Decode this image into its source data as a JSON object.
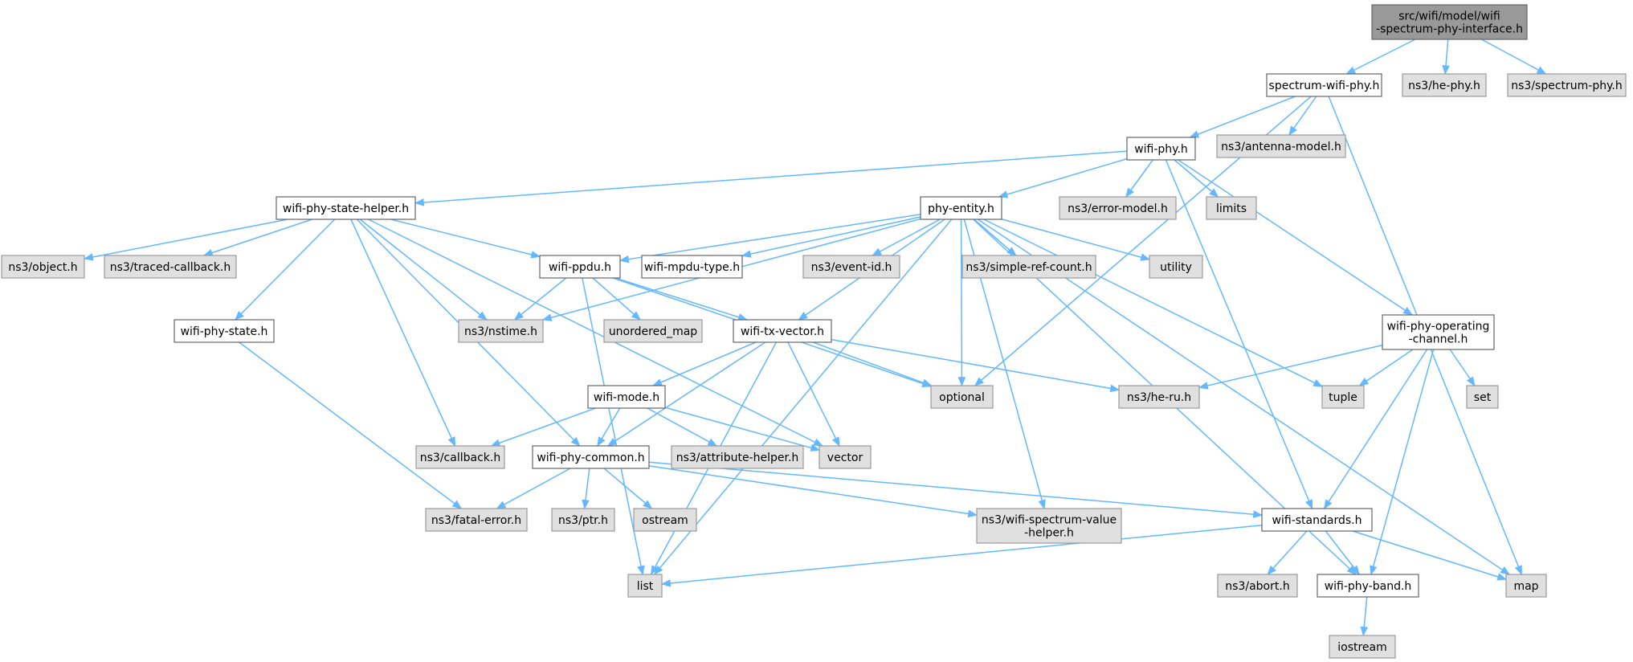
{
  "colors": {
    "edge": "#63b8ff",
    "header_fill": "#ffffff",
    "external_fill": "#e0e0e0",
    "root_fill": "#999999"
  },
  "nodes": [
    {
      "id": "root",
      "kind": "root",
      "lines": [
        "src/wifi/model/wifi",
        "-spectrum-phy-interface.h"
      ]
    },
    {
      "id": "spectrum_wifi_phy",
      "kind": "header",
      "lines": [
        "spectrum-wifi-phy.h"
      ]
    },
    {
      "id": "he_phy",
      "kind": "external",
      "lines": [
        "ns3/he-phy.h"
      ]
    },
    {
      "id": "spectrum_phy",
      "kind": "external",
      "lines": [
        "ns3/spectrum-phy.h"
      ]
    },
    {
      "id": "wifi_phy",
      "kind": "header",
      "lines": [
        "wifi-phy.h"
      ]
    },
    {
      "id": "antenna_model",
      "kind": "external",
      "lines": [
        "ns3/antenna-model.h"
      ]
    },
    {
      "id": "wifi_phy_state_helper",
      "kind": "header",
      "lines": [
        "wifi-phy-state-helper.h"
      ]
    },
    {
      "id": "phy_entity",
      "kind": "header",
      "lines": [
        "phy-entity.h"
      ]
    },
    {
      "id": "error_model",
      "kind": "external",
      "lines": [
        "ns3/error-model.h"
      ]
    },
    {
      "id": "limits",
      "kind": "external",
      "lines": [
        "limits"
      ]
    },
    {
      "id": "object",
      "kind": "external",
      "lines": [
        "ns3/object.h"
      ]
    },
    {
      "id": "traced_callback",
      "kind": "external",
      "lines": [
        "ns3/traced-callback.h"
      ]
    },
    {
      "id": "wifi_ppdu",
      "kind": "header",
      "lines": [
        "wifi-ppdu.h"
      ]
    },
    {
      "id": "wifi_mpdu_type",
      "kind": "header",
      "lines": [
        "wifi-mpdu-type.h"
      ]
    },
    {
      "id": "event_id",
      "kind": "external",
      "lines": [
        "ns3/event-id.h"
      ]
    },
    {
      "id": "simple_ref_count",
      "kind": "external",
      "lines": [
        "ns3/simple-ref-count.h"
      ]
    },
    {
      "id": "utility",
      "kind": "external",
      "lines": [
        "utility"
      ]
    },
    {
      "id": "wifi_phy_state",
      "kind": "header",
      "lines": [
        "wifi-phy-state.h"
      ]
    },
    {
      "id": "nstime",
      "kind": "external",
      "lines": [
        "ns3/nstime.h"
      ]
    },
    {
      "id": "unordered_map",
      "kind": "external",
      "lines": [
        "unordered_map"
      ]
    },
    {
      "id": "wifi_tx_vector",
      "kind": "header",
      "lines": [
        "wifi-tx-vector.h"
      ]
    },
    {
      "id": "wifi_phy_operating_channel",
      "kind": "header",
      "lines": [
        "wifi-phy-operating",
        "-channel.h"
      ]
    },
    {
      "id": "optional",
      "kind": "external",
      "lines": [
        "optional"
      ]
    },
    {
      "id": "he_ru",
      "kind": "external",
      "lines": [
        "ns3/he-ru.h"
      ]
    },
    {
      "id": "tuple",
      "kind": "external",
      "lines": [
        "tuple"
      ]
    },
    {
      "id": "set",
      "kind": "external",
      "lines": [
        "set"
      ]
    },
    {
      "id": "wifi_mode",
      "kind": "header",
      "lines": [
        "wifi-mode.h"
      ]
    },
    {
      "id": "callback",
      "kind": "external",
      "lines": [
        "ns3/callback.h"
      ]
    },
    {
      "id": "wifi_phy_common",
      "kind": "header",
      "lines": [
        "wifi-phy-common.h"
      ]
    },
    {
      "id": "attribute_helper",
      "kind": "external",
      "lines": [
        "ns3/attribute-helper.h"
      ]
    },
    {
      "id": "vector",
      "kind": "external",
      "lines": [
        "vector"
      ]
    },
    {
      "id": "fatal_error",
      "kind": "external",
      "lines": [
        "ns3/fatal-error.h"
      ]
    },
    {
      "id": "ptr",
      "kind": "external",
      "lines": [
        "ns3/ptr.h"
      ]
    },
    {
      "id": "ostream",
      "kind": "external",
      "lines": [
        "ostream"
      ]
    },
    {
      "id": "wifi_spectrum_value_helper",
      "kind": "external",
      "lines": [
        "ns3/wifi-spectrum-value",
        "-helper.h"
      ]
    },
    {
      "id": "wifi_standards",
      "kind": "header",
      "lines": [
        "wifi-standards.h"
      ]
    },
    {
      "id": "list",
      "kind": "external",
      "lines": [
        "list"
      ]
    },
    {
      "id": "abort",
      "kind": "external",
      "lines": [
        "ns3/abort.h"
      ]
    },
    {
      "id": "wifi_phy_band",
      "kind": "header",
      "lines": [
        "wifi-phy-band.h"
      ]
    },
    {
      "id": "map",
      "kind": "external",
      "lines": [
        "map"
      ]
    },
    {
      "id": "iostream",
      "kind": "external",
      "lines": [
        "iostream"
      ]
    }
  ],
  "edges": [
    {
      "from": "root",
      "to": "spectrum_wifi_phy"
    },
    {
      "from": "root",
      "to": "he_phy"
    },
    {
      "from": "root",
      "to": "spectrum_phy"
    },
    {
      "from": "spectrum_wifi_phy",
      "to": "wifi_phy"
    },
    {
      "from": "spectrum_wifi_phy",
      "to": "antenna_model"
    },
    {
      "from": "spectrum_wifi_phy",
      "to": "optional"
    },
    {
      "from": "spectrum_wifi_phy",
      "to": "map"
    },
    {
      "from": "wifi_phy",
      "to": "wifi_phy_state_helper"
    },
    {
      "from": "wifi_phy",
      "to": "phy_entity"
    },
    {
      "from": "wifi_phy",
      "to": "error_model"
    },
    {
      "from": "wifi_phy",
      "to": "limits"
    },
    {
      "from": "wifi_phy",
      "to": "wifi_standards"
    },
    {
      "from": "wifi_phy",
      "to": "wifi_phy_operating_channel"
    },
    {
      "from": "wifi_phy_state_helper",
      "to": "object"
    },
    {
      "from": "wifi_phy_state_helper",
      "to": "traced_callback"
    },
    {
      "from": "wifi_phy_state_helper",
      "to": "wifi_ppdu"
    },
    {
      "from": "wifi_phy_state_helper",
      "to": "wifi_phy_state"
    },
    {
      "from": "wifi_phy_state_helper",
      "to": "nstime"
    },
    {
      "from": "wifi_phy_state_helper",
      "to": "callback"
    },
    {
      "from": "wifi_phy_state_helper",
      "to": "wifi_phy_common"
    },
    {
      "from": "wifi_phy_state_helper",
      "to": "vector"
    },
    {
      "from": "phy_entity",
      "to": "wifi_ppdu"
    },
    {
      "from": "phy_entity",
      "to": "wifi_mpdu_type"
    },
    {
      "from": "phy_entity",
      "to": "event_id"
    },
    {
      "from": "phy_entity",
      "to": "simple_ref_count"
    },
    {
      "from": "phy_entity",
      "to": "utility"
    },
    {
      "from": "phy_entity",
      "to": "nstime"
    },
    {
      "from": "phy_entity",
      "to": "wifi_tx_vector"
    },
    {
      "from": "phy_entity",
      "to": "optional"
    },
    {
      "from": "phy_entity",
      "to": "tuple"
    },
    {
      "from": "phy_entity",
      "to": "map"
    },
    {
      "from": "phy_entity",
      "to": "list"
    },
    {
      "from": "phy_entity",
      "to": "wifi_spectrum_value_helper"
    },
    {
      "from": "phy_entity",
      "to": "wifi_phy_band"
    },
    {
      "from": "wifi_ppdu",
      "to": "nstime"
    },
    {
      "from": "wifi_ppdu",
      "to": "unordered_map"
    },
    {
      "from": "wifi_ppdu",
      "to": "wifi_tx_vector"
    },
    {
      "from": "wifi_ppdu",
      "to": "optional"
    },
    {
      "from": "wifi_ppdu",
      "to": "list"
    },
    {
      "from": "wifi_phy_state",
      "to": "fatal_error"
    },
    {
      "from": "wifi_tx_vector",
      "to": "wifi_mode"
    },
    {
      "from": "wifi_tx_vector",
      "to": "wifi_phy_common"
    },
    {
      "from": "wifi_tx_vector",
      "to": "optional"
    },
    {
      "from": "wifi_tx_vector",
      "to": "he_ru"
    },
    {
      "from": "wifi_tx_vector",
      "to": "vector"
    },
    {
      "from": "wifi_tx_vector",
      "to": "list"
    },
    {
      "from": "wifi_phy_operating_channel",
      "to": "he_ru"
    },
    {
      "from": "wifi_phy_operating_channel",
      "to": "tuple"
    },
    {
      "from": "wifi_phy_operating_channel",
      "to": "set"
    },
    {
      "from": "wifi_phy_operating_channel",
      "to": "wifi_standards"
    },
    {
      "from": "wifi_phy_operating_channel",
      "to": "wifi_phy_band"
    },
    {
      "from": "wifi_mode",
      "to": "callback"
    },
    {
      "from": "wifi_mode",
      "to": "wifi_phy_common"
    },
    {
      "from": "wifi_mode",
      "to": "attribute_helper"
    },
    {
      "from": "wifi_mode",
      "to": "vector"
    },
    {
      "from": "wifi_phy_common",
      "to": "fatal_error"
    },
    {
      "from": "wifi_phy_common",
      "to": "ptr"
    },
    {
      "from": "wifi_phy_common",
      "to": "ostream"
    },
    {
      "from": "wifi_phy_common",
      "to": "wifi_spectrum_value_helper"
    },
    {
      "from": "wifi_phy_common",
      "to": "wifi_standards"
    },
    {
      "from": "wifi_standards",
      "to": "list"
    },
    {
      "from": "wifi_standards",
      "to": "abort"
    },
    {
      "from": "wifi_standards",
      "to": "wifi_phy_band"
    },
    {
      "from": "wifi_standards",
      "to": "map"
    },
    {
      "from": "wifi_phy_band",
      "to": "iostream"
    }
  ]
}
